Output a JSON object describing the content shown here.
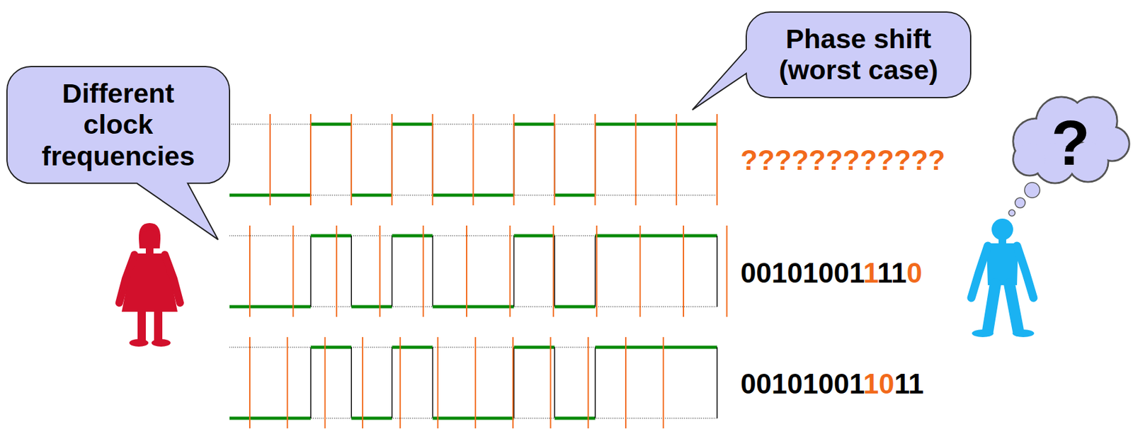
{
  "diagram": {
    "nodes": [
      {
        "text": [
          "Different clock frequencies"
        ]
      },
      {
        "text": [
          "Phase shift (worst case)"
        ]
      },
      {
        "text": [
          "?"
        ]
      }
    ],
    "labels": [
      "????????????",
      "001010011110",
      "001010011011"
    ]
  }
}
